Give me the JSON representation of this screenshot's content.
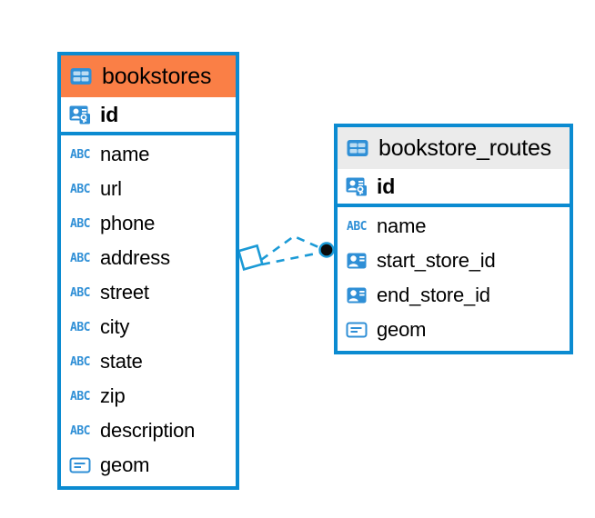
{
  "diagram": {
    "type": "entity-relationship-diagram",
    "background_color": "#ffffff",
    "accent_color": "#0b8bd1",
    "highlight_color": "#fa7f46"
  },
  "entities": [
    {
      "id": "bookstores",
      "title": "bookstores",
      "header_icon": "table-icon",
      "header_color": "#fa7f46",
      "primary_key": {
        "name": "id",
        "icon": "primary-key-icon"
      },
      "fields": [
        {
          "name": "name",
          "icon": "text-type-icon"
        },
        {
          "name": "url",
          "icon": "text-type-icon"
        },
        {
          "name": "phone",
          "icon": "text-type-icon"
        },
        {
          "name": "address",
          "icon": "text-type-icon"
        },
        {
          "name": "street",
          "icon": "text-type-icon"
        },
        {
          "name": "city",
          "icon": "text-type-icon"
        },
        {
          "name": "state",
          "icon": "text-type-icon"
        },
        {
          "name": "zip",
          "icon": "text-type-icon"
        },
        {
          "name": "description",
          "icon": "text-type-icon"
        },
        {
          "name": "geom",
          "icon": "geometry-type-icon"
        }
      ]
    },
    {
      "id": "bookstore_routes",
      "title": "bookstore_routes",
      "header_icon": "table-icon",
      "header_color": "#ebebeb",
      "primary_key": {
        "name": "id",
        "icon": "primary-key-icon"
      },
      "fields": [
        {
          "name": "name",
          "icon": "text-type-icon"
        },
        {
          "name": "start_store_id",
          "icon": "foreign-key-icon"
        },
        {
          "name": "end_store_id",
          "icon": "foreign-key-icon"
        },
        {
          "name": "geom",
          "icon": "geometry-type-icon"
        }
      ]
    }
  ],
  "relationship": {
    "style": "dashed",
    "color": "#1b9ad6",
    "source_endpoint": "diamond-endpoint",
    "target_endpoint": "dot-endpoint",
    "target_endpoint_color": "#000000",
    "link_count": 2
  },
  "icon_labels": {
    "text_type": "ABC"
  }
}
